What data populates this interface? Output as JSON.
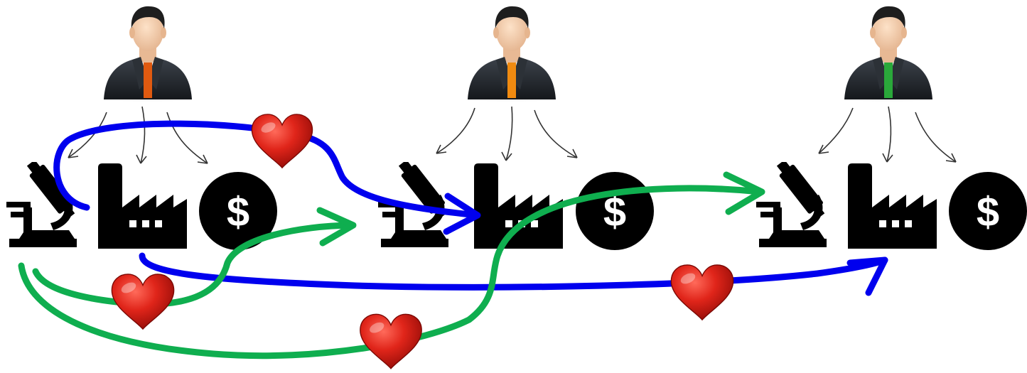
{
  "colors": {
    "background": "#ffffff",
    "icon_fill": "#000000",
    "blue_arrow": "#0000ee",
    "green_arrow": "#0fae4f",
    "heart": "#d91a10",
    "suit": "#23272e",
    "skin": "#f3cfae",
    "hair": "#1e1e1e"
  },
  "clusters": [
    {
      "person_icon": "businessman-icon",
      "tie_color": "#e05a10",
      "icons": [
        "microscope-icon",
        "factory-icon",
        "dollar-coin-icon"
      ],
      "dollar_symbol": "$"
    },
    {
      "person_icon": "businessman-icon",
      "tie_color": "#f08a10",
      "icons": [
        "microscope-icon",
        "factory-icon",
        "dollar-coin-icon"
      ],
      "dollar_symbol": "$"
    },
    {
      "person_icon": "businessman-icon",
      "tie_color": "#2aa83a",
      "icons": [
        "microscope-icon",
        "factory-icon",
        "dollar-coin-icon"
      ],
      "dollar_symbol": "$"
    }
  ],
  "connections": [
    {
      "name": "blue-arrow-microscope1-to-factory2",
      "color": "blue",
      "icon": "heart-icon"
    },
    {
      "name": "blue-arrow-factory1-to-factory3",
      "color": "blue",
      "icon": "heart-icon"
    },
    {
      "name": "green-arrow-microscope1-to-microscope2",
      "color": "green",
      "icon": "heart-icon"
    },
    {
      "name": "green-arrow-microscope1-to-microscope3",
      "color": "green",
      "icon": "heart-icon"
    }
  ]
}
